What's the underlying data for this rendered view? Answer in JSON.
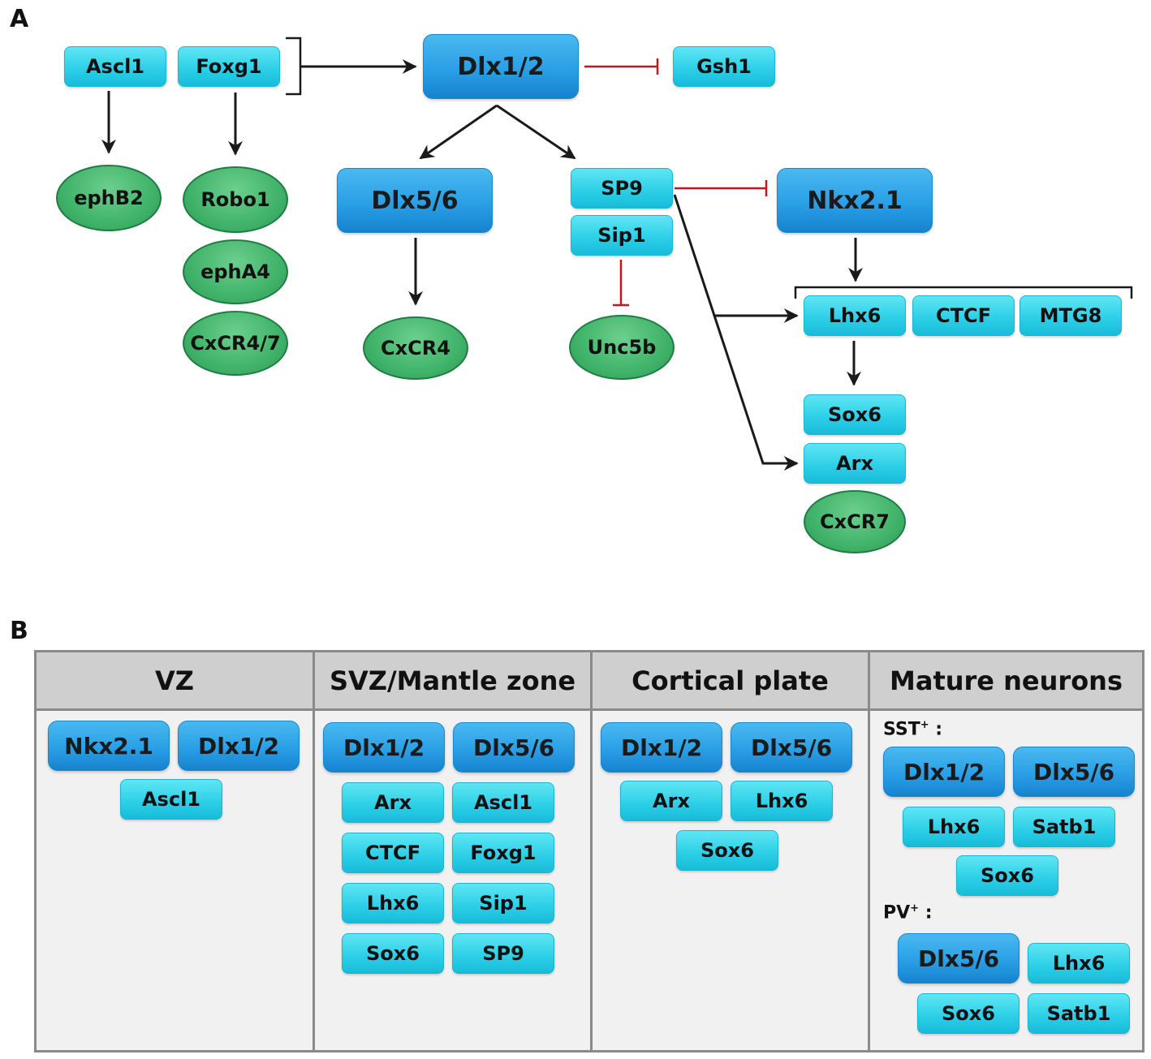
{
  "panel_labels": {
    "a": "A",
    "b": "B"
  },
  "colors": {
    "gene_fill": "#2ed0e8",
    "hub_fill": "#2a9fe6",
    "target_fill": "#41b36a",
    "activation": "#1a1a1a",
    "inhibition": "#c4161c",
    "table_border": "#8a8a8a",
    "header_fill": "#cfcfcf"
  },
  "network": {
    "nodes": {
      "ascl1": "Ascl1",
      "foxg1": "Foxg1",
      "dlx12": "Dlx1/2",
      "gsh1": "Gsh1",
      "ephb2": "ephB2",
      "robo1": "Robo1",
      "epha4": "ephA4",
      "cxcr47": "CxCR4/7",
      "dlx56": "Dlx5/6",
      "sp9": "SP9",
      "sip1": "Sip1",
      "nkx21": "Nkx2.1",
      "cxcr4": "CxCR4",
      "unc5b": "Unc5b",
      "lhx6": "Lhx6",
      "ctcf": "CTCF",
      "mtg8": "MTG8",
      "sox6": "Sox6",
      "arx": "Arx",
      "cxcr7": "CxCR7"
    },
    "edges": [
      {
        "from": "Ascl1 + Foxg1",
        "to": "Dlx1/2",
        "type": "activation"
      },
      {
        "from": "Dlx1/2",
        "to": "Gsh1",
        "type": "inhibition"
      },
      {
        "from": "Ascl1",
        "to": "ephB2",
        "type": "activation"
      },
      {
        "from": "Foxg1",
        "to": "Robo1, ephA4, CxCR4/7",
        "type": "activation"
      },
      {
        "from": "Dlx1/2",
        "to": "Dlx5/6",
        "type": "activation"
      },
      {
        "from": "Dlx1/2",
        "to": "SP9",
        "type": "activation"
      },
      {
        "from": "Dlx5/6",
        "to": "CxCR4",
        "type": "activation"
      },
      {
        "from": "SP9",
        "to": "Nkx2.1",
        "type": "inhibition"
      },
      {
        "from": "Sip1",
        "to": "Unc5b",
        "type": "inhibition"
      },
      {
        "from": "SP9",
        "to": "Lhx6, CTCF, MTG8",
        "type": "activation"
      },
      {
        "from": "SP9",
        "to": "Arx",
        "type": "activation"
      },
      {
        "from": "Nkx2.1",
        "to": "Lhx6, CTCF, MTG8",
        "type": "activation"
      },
      {
        "from": "Lhx6",
        "to": "Sox6",
        "type": "activation"
      }
    ]
  },
  "stages": [
    {
      "title": "VZ",
      "groups": [
        {
          "label": "",
          "hubs": [
            "Nkx2.1",
            "Dlx1/2"
          ],
          "genes": [
            "Ascl1"
          ]
        }
      ]
    },
    {
      "title": "SVZ/Mantle zone",
      "groups": [
        {
          "label": "",
          "hubs": [
            "Dlx1/2",
            "Dlx5/6"
          ],
          "genes": [
            "Arx",
            "Ascl1",
            "CTCF",
            "Foxg1",
            "Lhx6",
            "Sip1",
            "Sox6",
            "SP9"
          ]
        }
      ]
    },
    {
      "title": "Cortical plate",
      "groups": [
        {
          "label": "",
          "hubs": [
            "Dlx1/2",
            "Dlx5/6"
          ],
          "genes": [
            "Arx",
            "Lhx6",
            "Sox6"
          ]
        }
      ]
    },
    {
      "title": "Mature neurons",
      "groups": [
        {
          "label": "SST",
          "label_sup": "+",
          "label_suffix": " :",
          "hubs": [
            "Dlx1/2",
            "Dlx5/6"
          ],
          "genes": [
            "Lhx6",
            "Satb1",
            "Sox6"
          ]
        },
        {
          "label": "PV",
          "label_sup": "+",
          "label_suffix": " :",
          "hubs": [
            "Dlx5/6"
          ],
          "genes": [
            "Lhx6",
            "Sox6",
            "Satb1"
          ]
        }
      ]
    }
  ]
}
